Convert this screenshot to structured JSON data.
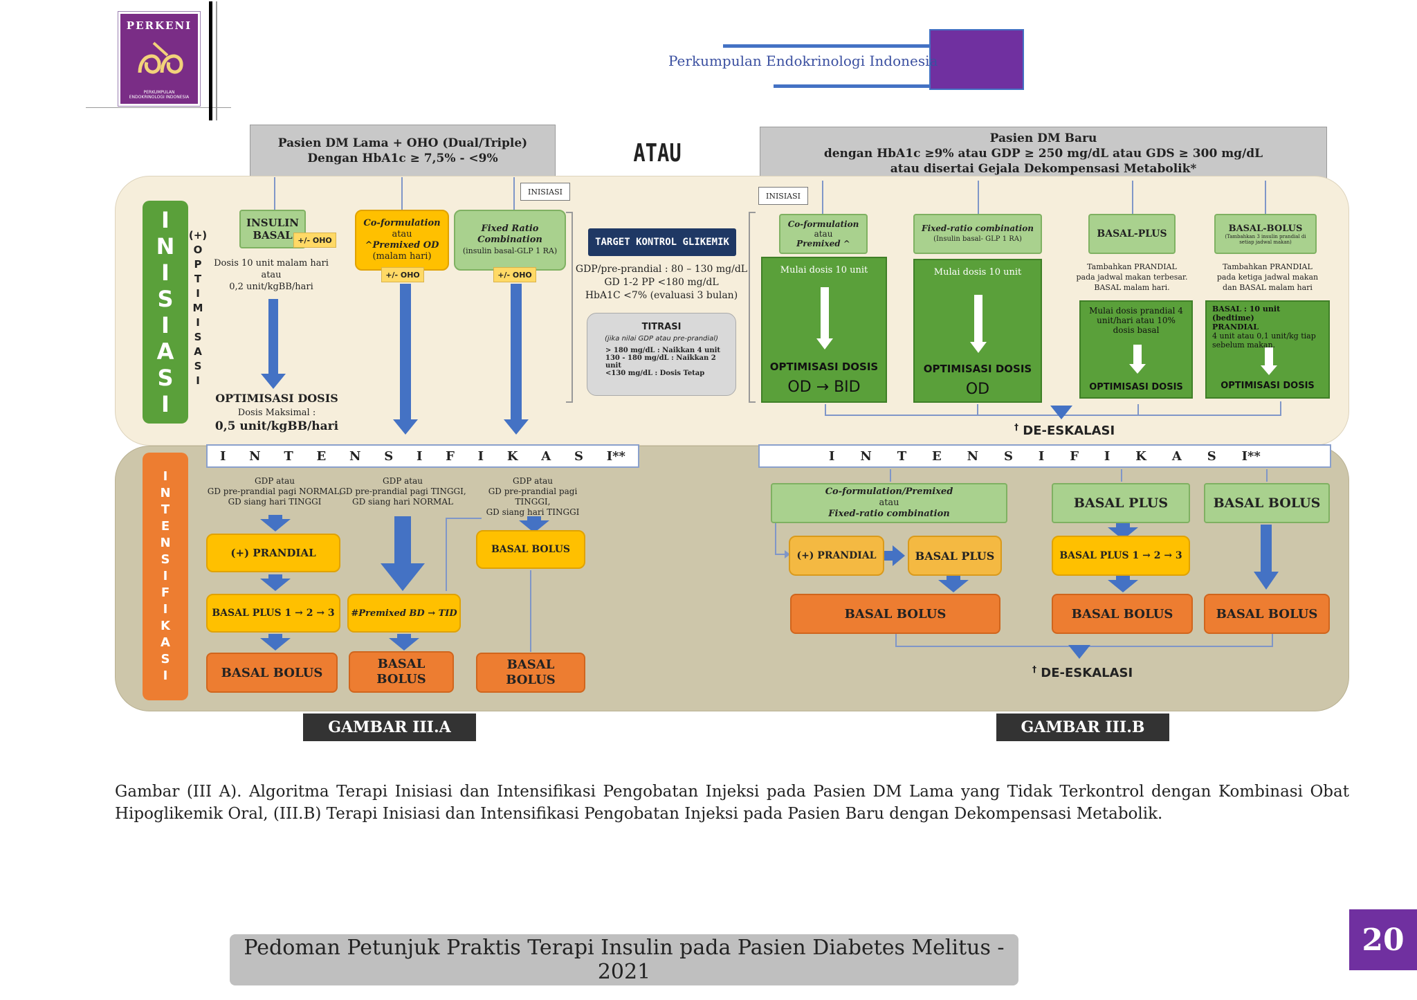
{
  "header": {
    "logo_text": "PERKENI",
    "logo_sub": "PERKUMPULAN ENDOKRINOLOGI INDONESIA",
    "org_name": "Perkumpulan Endokrinologi Indonesia"
  },
  "left_top": {
    "line1": "Pasien DM Lama + OHO (Dual/Triple)",
    "line2": "Dengan HbA1c ≥ 7,5% - <9%"
  },
  "atau": "ATAU",
  "right_top": {
    "line1": "Pasien DM Baru",
    "line2": "dengan HbA1c ≥9% atau GDP ≥ 250 mg/dL atau GDS ≥ 300 mg/dL",
    "line3": "atau disertai Gejala Dekompensasi Metabolik*"
  },
  "inisiasi_tag": "INISIASI",
  "inisiasi_label": [
    "I",
    "N",
    "I",
    "S",
    "I",
    "A",
    "S",
    "I"
  ],
  "optimisasi_label": [
    "(+)",
    "O",
    "P",
    "T",
    "I",
    "M",
    "I",
    "S",
    "A",
    "S",
    "I"
  ],
  "left_init": {
    "basal": {
      "title1": "INSULIN",
      "title2": "BASAL",
      "oho": "+/- OHO",
      "desc1": "Dosis 10 unit malam hari",
      "desc2": "atau",
      "desc3": "0,2 unit/kgBB/hari"
    },
    "coform": {
      "t1": "Co-formulation",
      "t2": "atau",
      "t3": "^Premixed OD",
      "t4": "(malam hari)",
      "oho": "+/- OHO"
    },
    "fixed": {
      "t1": "Fixed Ratio",
      "t2": "Combination",
      "t3": "(insulin basal-GLP 1 RA)",
      "oho": "+/- OHO"
    },
    "opt_title": "OPTIMISASI DOSIS",
    "opt_sub": "Dosis Maksimal :",
    "opt_val": "0,5 unit/kgBB/hari"
  },
  "target": {
    "title": "TARGET KONTROL GLIKEMIK",
    "l1": "GDP/pre-prandial : 80 – 130 mg/dL",
    "l2": "GD 1-2 PP <180 mg/dL",
    "l3": "HbA1C <7% (evaluasi 3 bulan)"
  },
  "titrasi": {
    "title": "TITRASI",
    "sub": "(jika nilai GDP atau pre-prandial)",
    "l1": "> 180 mg/dL : Naikkan 4 unit",
    "l2": "130 - 180 mg/dL : Naikkan 2 unit",
    "l3": "<130 mg/dL : Dosis Tetap"
  },
  "right_init": {
    "c1": {
      "t1": "Co-formulation",
      "t2": "atau",
      "t3": "Premixed ^",
      "dose": "Mulai dosis 10 unit",
      "opt": "OPTIMISASI DOSIS",
      "mode": "OD → BID"
    },
    "c2": {
      "t1": "Fixed-ratio combination",
      "t2": "(Insulin basal- GLP 1 RA)",
      "dose": "Mulai dosis 10 unit",
      "opt": "OPTIMISASI DOSIS",
      "mode": "OD"
    },
    "c3": {
      "t1": "BASAL-PLUS",
      "d1": "Tambahkan PRANDIAL",
      "d2": "pada jadwal makan terbesar.",
      "d3": "BASAL malam hari.",
      "g1": "Mulai dosis prandial 4",
      "g2": "unit/hari atau 10%",
      "g3": "dosis basal",
      "opt": "OPTIMISASI DOSIS"
    },
    "c4": {
      "t1": "BASAL-BOLUS",
      "t2": "(Tambahkan 3 insulin prandial di setiap jadwal makan)",
      "d1": "Tambahkan PRANDIAL",
      "d2": "pada ketiga jadwal makan",
      "d3": "dan BASAL malam hari",
      "g1": "BASAL : 10 unit (bedtime)",
      "g2": "PRANDIAL",
      "g3": "4 unit atau 0,1 unit/kg tiap sebelum makan.",
      "opt": "OPTIMISASI DOSIS"
    }
  },
  "deeskalasi": "DE-ESKALASI",
  "deeskalasi_mark": "†",
  "intensifikasi_letters": [
    "I",
    "N",
    "T",
    "E",
    "N",
    "S",
    "I",
    "F",
    "I",
    "K",
    "A",
    "S",
    "I**"
  ],
  "intensifikasi_label": [
    "I",
    "N",
    "T",
    "E",
    "N",
    "S",
    "I",
    "F",
    "I",
    "K",
    "A",
    "S",
    "I"
  ],
  "left_int": {
    "a": {
      "c1": "GDP atau",
      "c2": "GD pre-prandial pagi NORMAL,",
      "c3": "GD siang hari TINGGI",
      "b1": "(+) PRANDIAL",
      "b2": "BASAL PLUS 1 → 2 → 3",
      "b3": "BASAL BOLUS"
    },
    "b": {
      "c1": "GDP atau",
      "c2": "GD pre-prandial pagi TINGGI,",
      "c3": "GD siang hari NORMAL",
      "b1": "#Premixed BD → TID",
      "b2a": "BASAL",
      "b2b": "BOLUS"
    },
    "c": {
      "c1": "GDP atau",
      "c2": "GD pre-prandial pagi TINGGI,",
      "c3": "GD siang hari TINGGI",
      "b1": "BASAL BOLUS",
      "b2a": "BASAL",
      "b2b": "BOLUS"
    }
  },
  "right_int": {
    "cof": {
      "t1": "Co-formulation/Premixed",
      "t2": "atau",
      "t3": "Fixed-ratio combination"
    },
    "prandial": "(+) PRANDIAL",
    "basalplus": "BASAL PLUS",
    "basalbolus": "BASAL BOLUS",
    "bp_title": "BASAL PLUS",
    "bp_seq": "BASAL PLUS 1 → 2 → 3",
    "bp_bolus": "BASAL BOLUS",
    "bb_title": "BASAL BOLUS",
    "bb_bolus": "BASAL BOLUS"
  },
  "gambar_a": "GAMBAR III.A",
  "gambar_b": "GAMBAR III.B",
  "caption": "Gambar (III A). Algoritma Terapi Inisiasi dan Intensifikasi Pengobatan Injeksi pada Pasien DM Lama yang Tidak Terkontrol dengan Kombinasi  Obat Hipoglikemik Oral, (III.B) Terapi Inisiasi dan Intensifikasi Pengobatan Injeksi  pada Pasien Baru dengan Dekompensasi Metabolik.",
  "footer": "Pedoman Petunjuk Praktis Terapi Insulin pada Pasien Diabetes Melitus - 2021",
  "page_number": "20",
  "colors": {
    "purple": "#7030a0",
    "blue": "#4472c4",
    "green": "#5aa03a",
    "orange": "#ed7d31",
    "yellow": "#ffc000"
  }
}
